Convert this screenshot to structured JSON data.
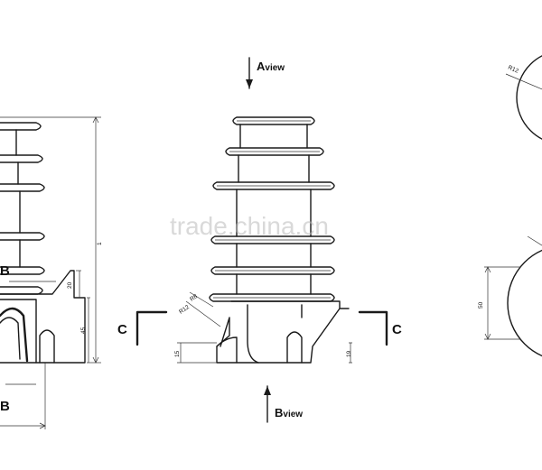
{
  "views": {
    "a_view": "A",
    "a_view_suffix": "view",
    "b_view": "B",
    "b_view_suffix": "view",
    "section_left": "C",
    "section_right": "C",
    "section_b_top": "B",
    "section_b_bottom": "B"
  },
  "dimensions": {
    "left_20": "20",
    "left_45": "45",
    "left_total": "1",
    "center_r8": "R8",
    "center_r12": "R12",
    "center_15": "15",
    "center_19": "19",
    "right_r12": "R12",
    "right_50": "50"
  },
  "watermark": "trade.china.cn"
}
